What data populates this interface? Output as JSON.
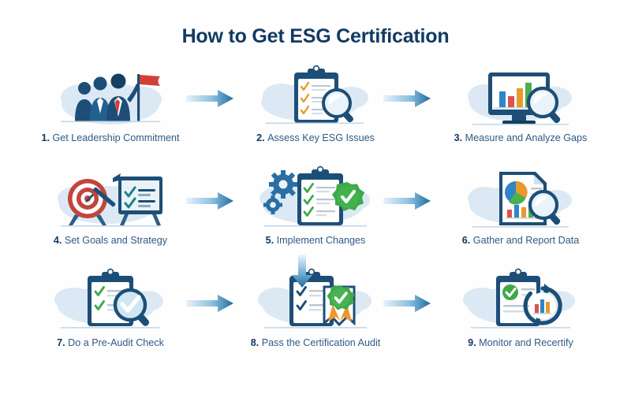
{
  "page": {
    "title": "How to Get ESG Certification",
    "background_color": "#fefefe",
    "title_color": "#123a63",
    "label_color": "#2e5a87",
    "accent_blue": "#1d5b8f",
    "accent_light_blue": "#cfe0ef",
    "accent_red": "#d13f35",
    "accent_green": "#3fa949",
    "accent_orange": "#e89a2b"
  },
  "steps": [
    {
      "number": "1.",
      "label": "Get Leadership Commitment",
      "icon": "team-with-flag-icon",
      "row": 1,
      "col": 1
    },
    {
      "number": "2.",
      "label": "Assess Key ESG Issues",
      "icon": "clipboard-magnifier-icon",
      "row": 1,
      "col": 2
    },
    {
      "number": "3.",
      "label": "Measure and Analyze Gaps",
      "icon": "monitor-barchart-magnifier-icon",
      "row": 1,
      "col": 3
    },
    {
      "number": "4.",
      "label": "Set Goals and Strategy",
      "icon": "target-dart-board-icon",
      "row": 2,
      "col": 1
    },
    {
      "number": "5.",
      "label": "Implement Changes",
      "icon": "gears-clipboard-check-icon",
      "row": 2,
      "col": 2
    },
    {
      "number": "6.",
      "label": "Gather and Report Data",
      "icon": "report-piechart-magnifier-icon",
      "row": 2,
      "col": 3
    },
    {
      "number": "7.",
      "label": "Do a Pre-Audit Check",
      "icon": "clipboard-magnifier-check-icon",
      "row": 3,
      "col": 1
    },
    {
      "number": "8.",
      "label": "Pass the Certification Audit",
      "icon": "certificate-rosette-icon",
      "row": 3,
      "col": 2
    },
    {
      "number": "9.",
      "label": "Monitor and Recertify",
      "icon": "clipboard-recycle-barchart-icon",
      "row": 3,
      "col": 3
    }
  ],
  "connectors": [
    {
      "name": "arrow-1-to-2",
      "direction": "right"
    },
    {
      "name": "arrow-2-to-3",
      "direction": "right"
    },
    {
      "name": "arrow-4-to-5",
      "direction": "right"
    },
    {
      "name": "arrow-5-to-6",
      "direction": "right"
    },
    {
      "name": "arrow-7-to-8",
      "direction": "right"
    },
    {
      "name": "arrow-8-to-9",
      "direction": "right"
    },
    {
      "name": "arrow-5-to-8",
      "direction": "down"
    }
  ]
}
